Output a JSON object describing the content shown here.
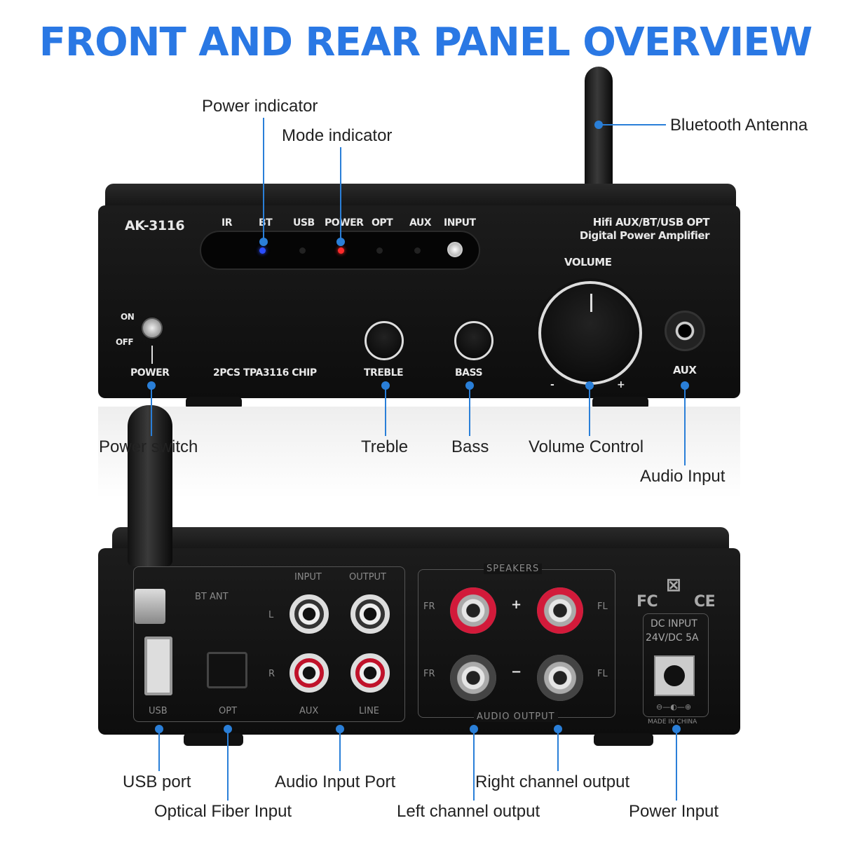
{
  "title": "FRONT AND REAR PANEL OVERVIEW",
  "accent_color": "#2a78e4",
  "front": {
    "model": "AK-3116",
    "indicators": [
      "IR",
      "BT",
      "USB",
      "POWER",
      "OPT",
      "AUX",
      "INPUT"
    ],
    "product_line1": "Hifi AUX/BT/USB OPT",
    "product_line2": "Digital Power Amplifier",
    "volume": "VOLUME",
    "on": "ON",
    "off": "OFF",
    "power": "POWER",
    "chip": "2PCS TPA3116 CHIP",
    "treble": "TREBLE",
    "bass": "BASS",
    "aux": "AUX",
    "minus": "-",
    "plus": "+"
  },
  "front_callouts": {
    "power_indicator": "Power indicator",
    "mode_indicator": "Mode indicator",
    "bluetooth_antenna": "Bluetooth Antenna",
    "power_switch": "Power switch",
    "treble": "Treble",
    "bass": "Bass",
    "volume_control": "Volume Control",
    "audio_input": "Audio Input"
  },
  "rear": {
    "bt_ant": "BT ANT",
    "input": "INPUT",
    "output": "OUTPUT",
    "l": "L",
    "r": "R",
    "usb": "USB",
    "opt": "OPT",
    "aux": "AUX",
    "line": "LINE",
    "speakers": "SPEAKERS",
    "audio_output": "AUDIO OUTPUT",
    "fr": "FR",
    "fl": "FL",
    "plus": "+",
    "minus": "−",
    "fc": "FC",
    "ce": "CE",
    "dc_input": "DC INPUT",
    "dc_rating": "24V/DC  5A",
    "made_in": "MADE IN CHINA"
  },
  "rear_callouts": {
    "usb_port": "USB port",
    "optical": "Optical Fiber Input",
    "audio_input_port": "Audio Input Port",
    "left_output": "Left channel output",
    "right_output": "Right channel output",
    "power_input": "Power Input"
  }
}
